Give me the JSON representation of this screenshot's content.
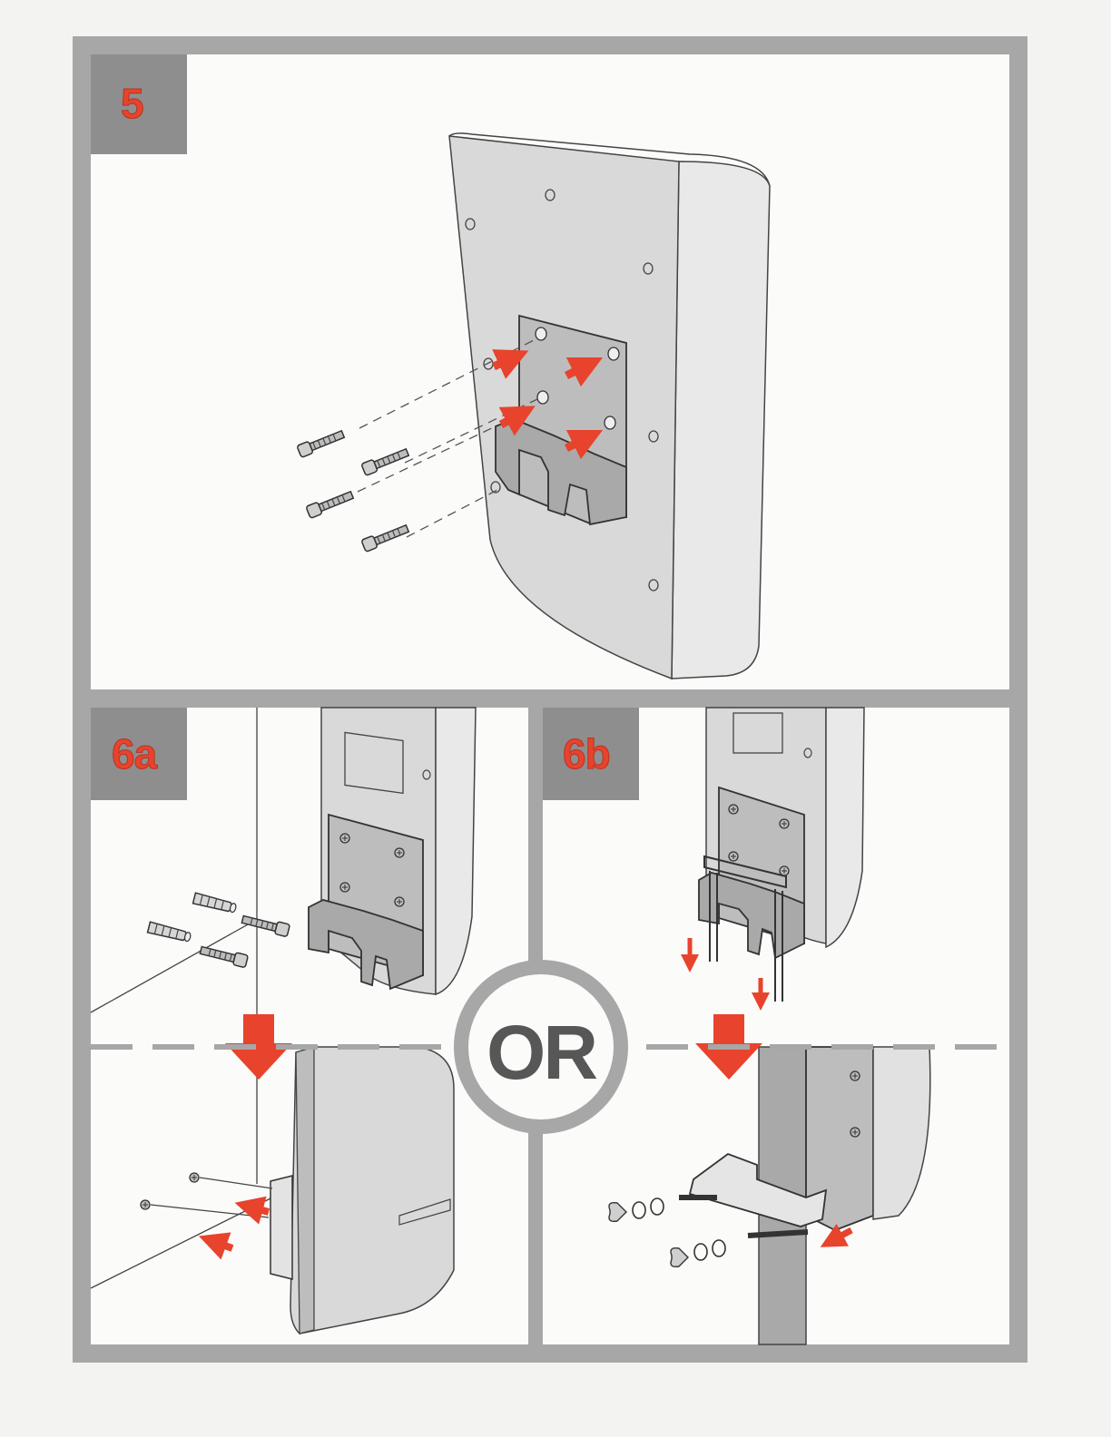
{
  "steps": {
    "step5": "5",
    "step6a": "6a",
    "step6b": "6b"
  },
  "separator": "OR",
  "colors": {
    "frame": "#a7a7a7",
    "label_box": "#8e8e8e",
    "accent_red": "#e8432c",
    "device_fill": "#d9d9d9",
    "bracket_fill": "#bdbdbd",
    "or_text": "#575757"
  }
}
